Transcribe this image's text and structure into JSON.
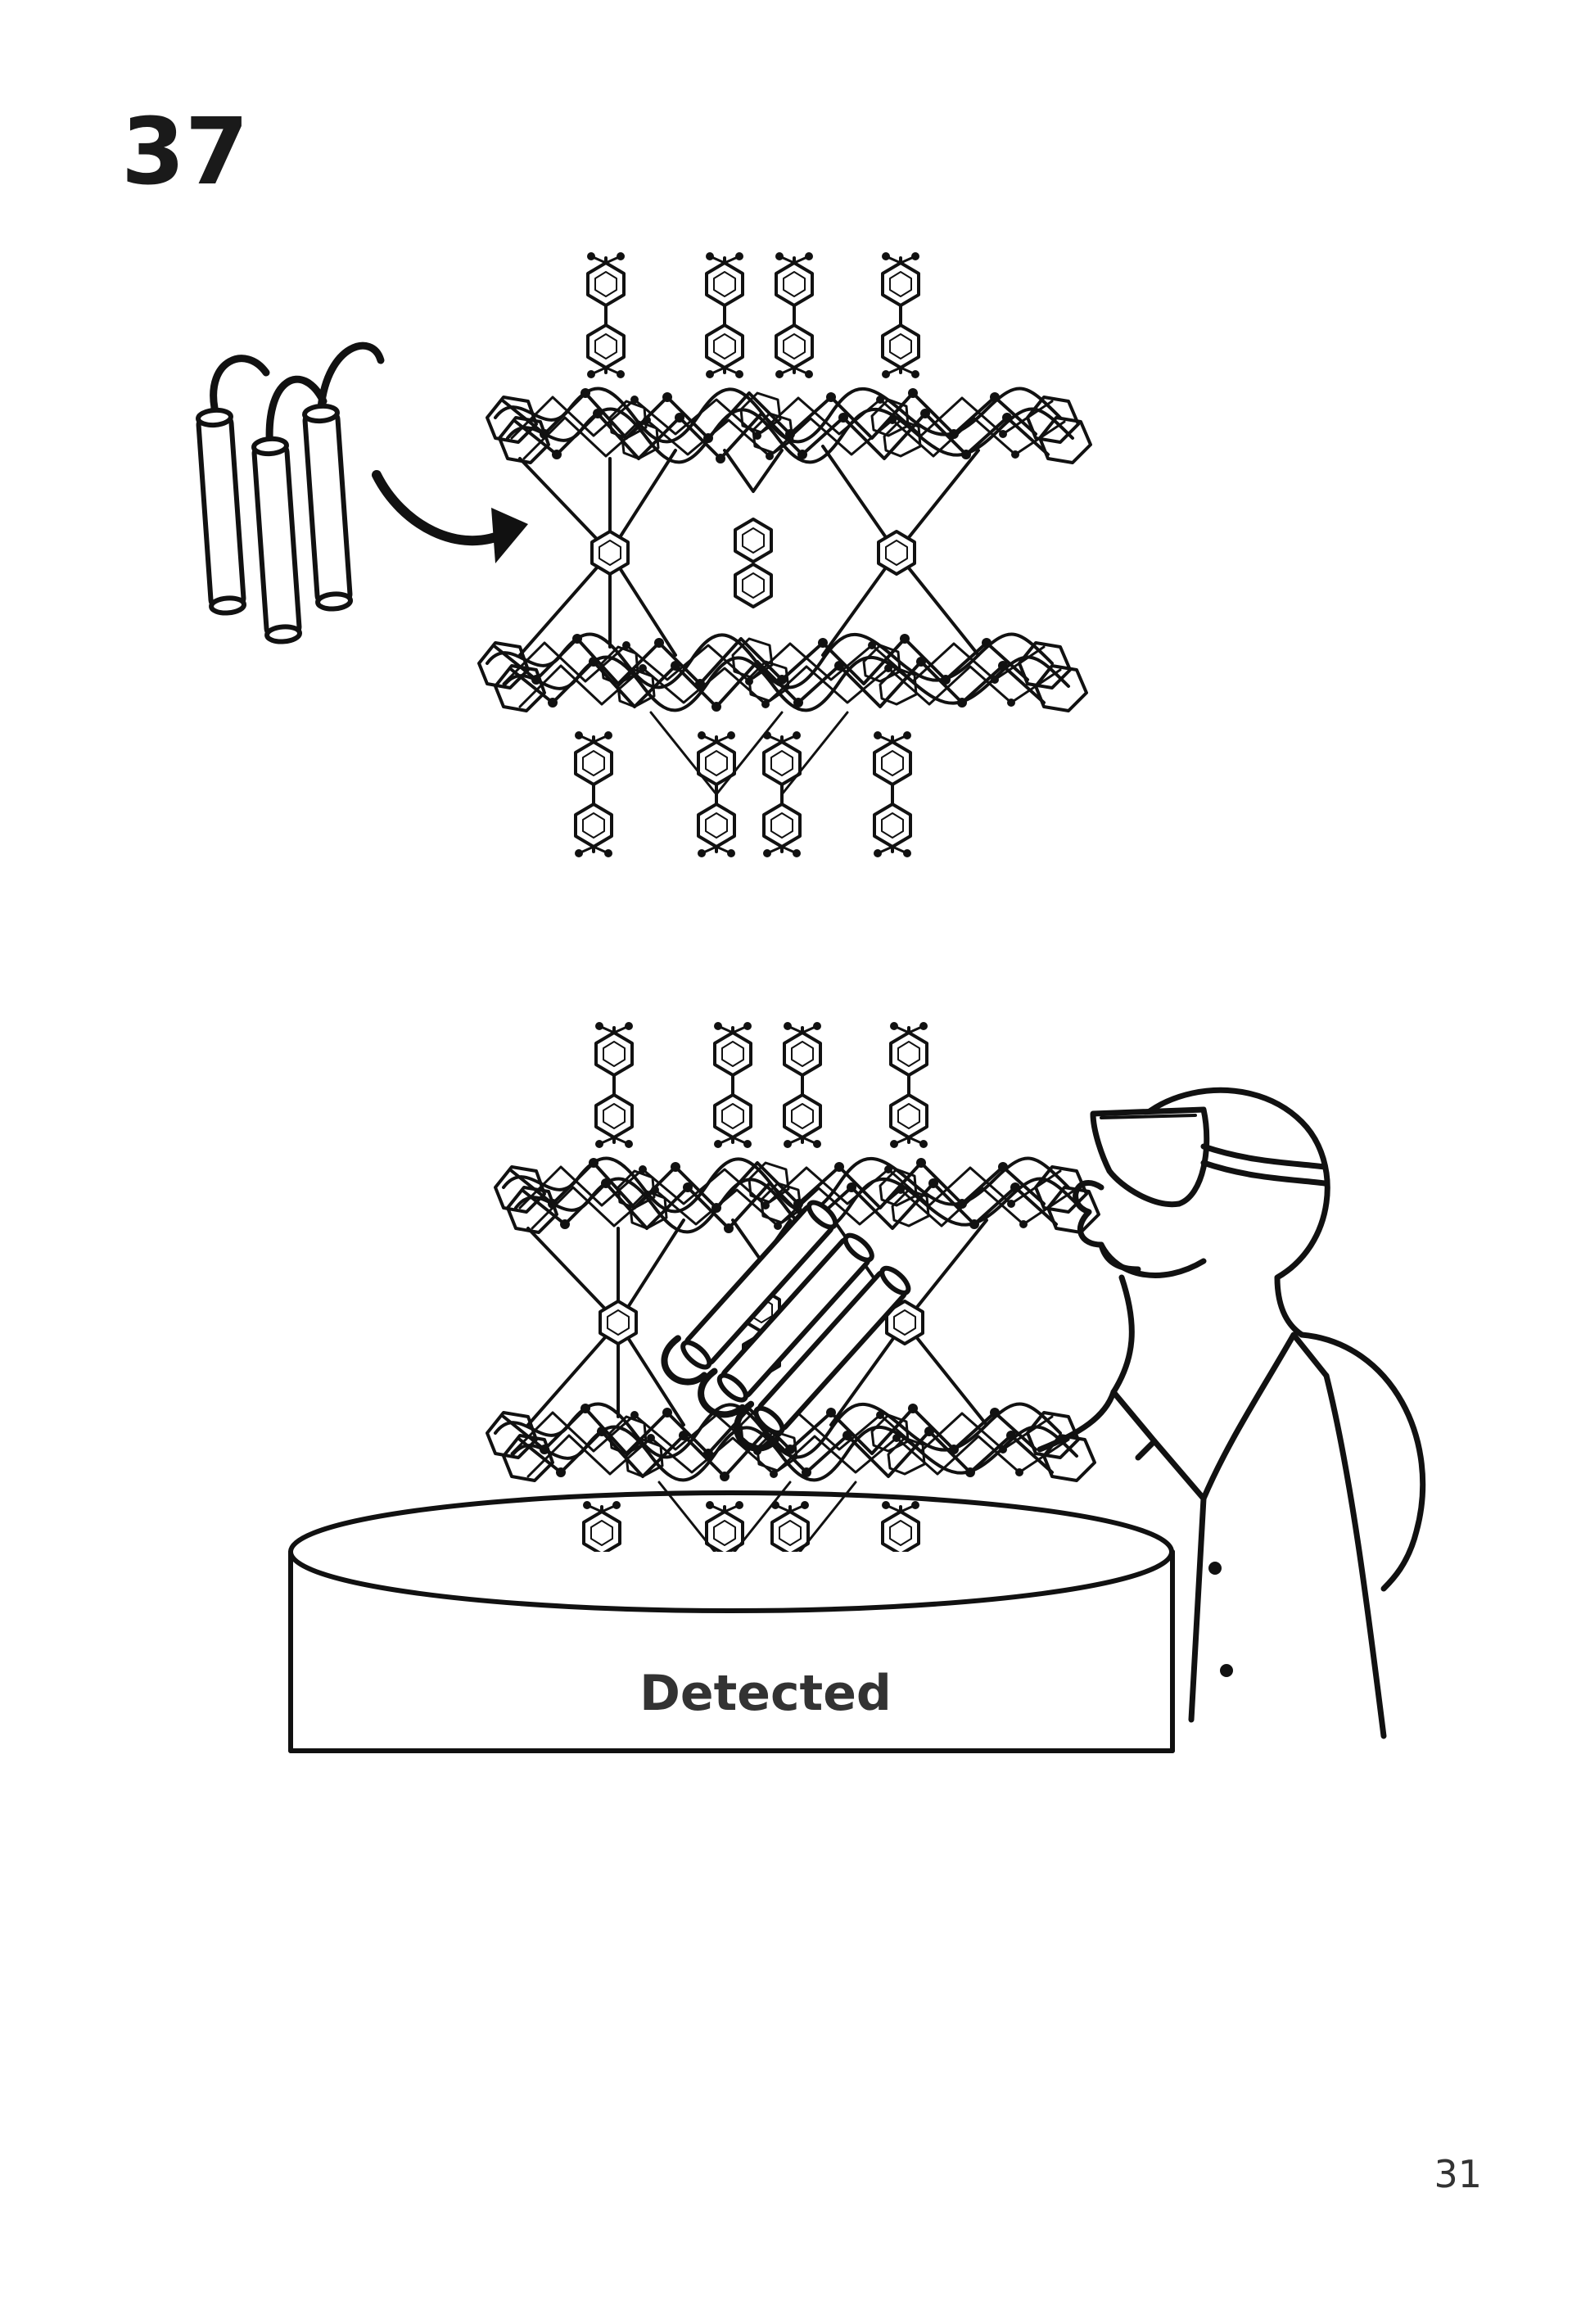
{
  "step": {
    "number": "37"
  },
  "platform": {
    "label": "Detected"
  },
  "page": {
    "number": "31"
  },
  "icons": {
    "explosive": "dynamite-bundle-icon",
    "arrow": "curved-arrow-icon",
    "framework": "molecular-framework-illustration",
    "person": "scientist-with-goggles-illustration"
  },
  "colors": {
    "ink": "#111111",
    "background": "#ffffff"
  }
}
